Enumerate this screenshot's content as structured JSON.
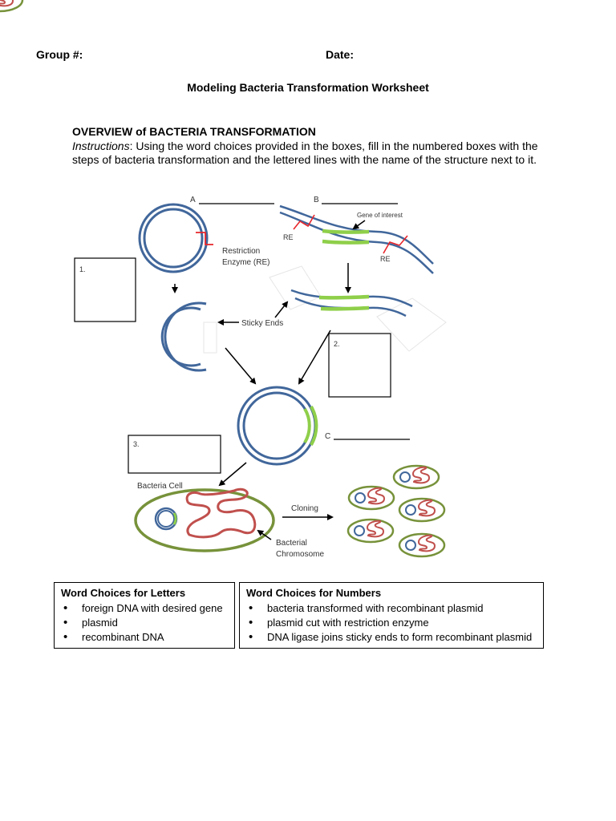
{
  "header": {
    "group_label": "Group #:",
    "date_label": "Date:",
    "title": "Modeling Bacteria Transformation Worksheet"
  },
  "overview": {
    "heading": "OVERVIEW of BACTERIA TRANSFORMATION",
    "instructions_label": "Instructions",
    "instructions_text": ": Using the word choices provided in the boxes, fill in the numbered boxes with the steps of bacteria transformation and the lettered lines with the name of the structure next to it."
  },
  "diagram": {
    "label_a": "A",
    "label_b": "B",
    "label_c": "C",
    "box_1": "1.",
    "box_2": "2.",
    "box_3": "3.",
    "gene_of_interest": "Gene of interest",
    "re_left": "RE",
    "re_right": "RE",
    "restriction_enzyme_line1": "Restriction",
    "restriction_enzyme_line2": "Enzyme (RE)",
    "sticky_ends": "Sticky Ends",
    "bacteria_cell": "Bacteria Cell",
    "cloning": "Cloning",
    "bacterial_chromosome_line1": "Bacterial",
    "bacterial_chromosome_line2": "Chromosome",
    "colors": {
      "dna_blue": "#41679b",
      "gene_green": "#8fcf4a",
      "cell_olive": "#77923a",
      "chromosome_red": "#c0504d",
      "re_red": "#e8262b"
    }
  },
  "word_choices": {
    "letters": {
      "title": "Word Choices for Letters",
      "items": [
        "foreign DNA with desired gene",
        "plasmid",
        "recombinant DNA"
      ]
    },
    "numbers": {
      "title": "Word Choices for Numbers",
      "items": [
        "bacteria transformed with recombinant plasmid",
        "plasmid cut with restriction enzyme",
        "DNA ligase joins sticky ends to form recombinant plasmid"
      ]
    }
  }
}
